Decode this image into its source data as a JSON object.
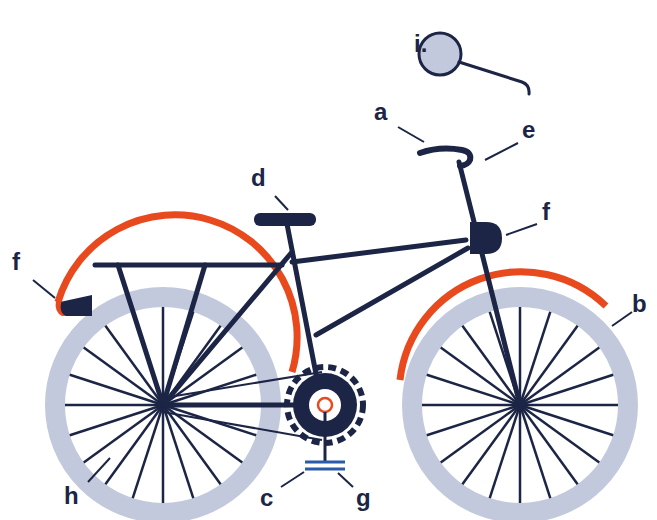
{
  "diagram": {
    "labels": [
      "i.",
      "a",
      "e",
      "d",
      "f",
      "f",
      "b",
      "h",
      "c",
      "g"
    ]
  }
}
